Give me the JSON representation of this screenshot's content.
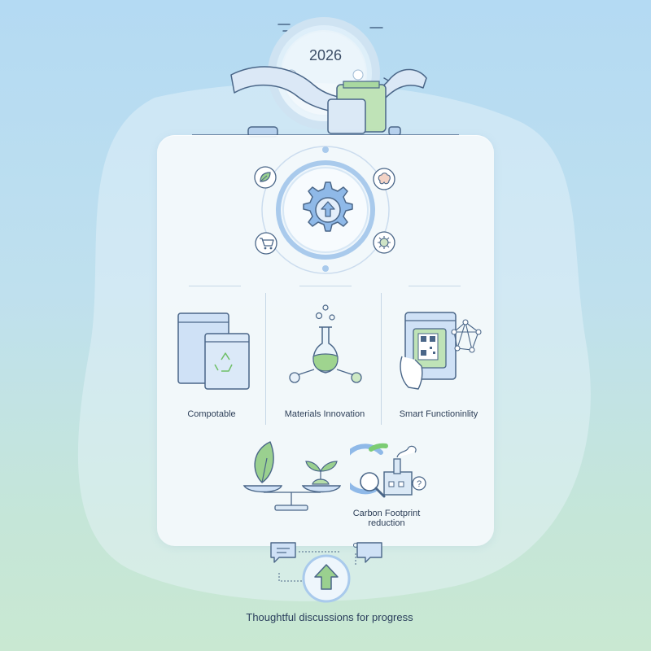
{
  "header": {
    "year": "2026"
  },
  "topics": [
    {
      "label": "Compotable"
    },
    {
      "label": "Materials Innovation"
    },
    {
      "label": "Smart Functioninlity"
    },
    {
      "label": "Carbon Footprint\nreduction"
    }
  ],
  "footer": {
    "tagline": "Thoughtful discussions for progress"
  },
  "icons": [
    "leaf-icon",
    "brain-icon",
    "cart-icon",
    "ai-chip-icon",
    "gear-upload-icon",
    "pouch-icon",
    "flask-icon",
    "qr-phone-icon",
    "network-icon",
    "plant-balance-icon",
    "magnifier-factory-icon",
    "question-icon",
    "chat-bubble-icon",
    "up-arrow-icon"
  ],
  "colors": {
    "accent_green": "#7ccc73",
    "accent_blue": "#7fb3e6",
    "line": "#4a6688"
  }
}
